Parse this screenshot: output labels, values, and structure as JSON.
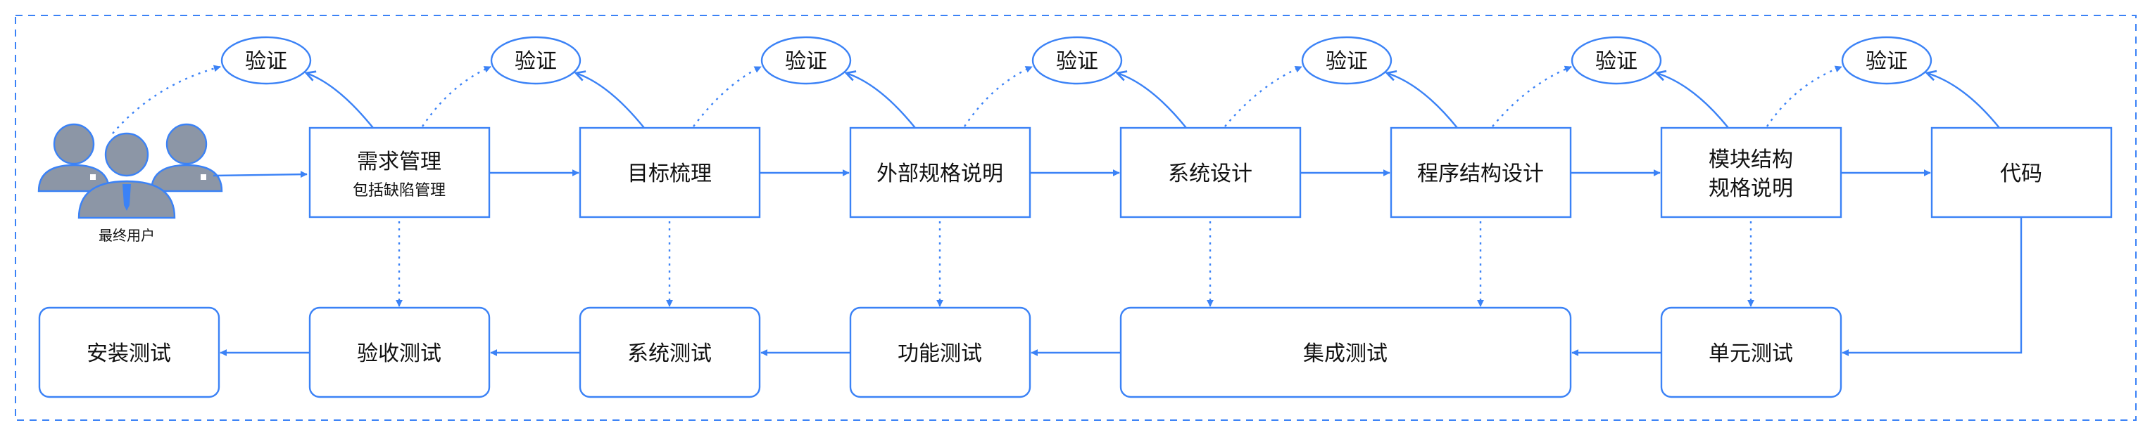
{
  "user": {
    "label": "最终用户"
  },
  "verify_label": "验证",
  "top_nodes": [
    {
      "line1": "需求管理",
      "line2": "包括缺陷管理"
    },
    {
      "line1": "目标梳理"
    },
    {
      "line1": "外部规格说明"
    },
    {
      "line1": "系统设计"
    },
    {
      "line1": "程序结构设计"
    },
    {
      "line1": "模块结构",
      "line2": "规格说明"
    },
    {
      "line1": "代码"
    }
  ],
  "bottom_nodes": [
    {
      "label": "安装测试"
    },
    {
      "label": "验收测试"
    },
    {
      "label": "系统测试"
    },
    {
      "label": "功能测试"
    },
    {
      "label": "集成测试"
    },
    {
      "label": "单元测试"
    }
  ],
  "colors": {
    "accent": "#3b82f6",
    "person": "#8c96a6"
  }
}
